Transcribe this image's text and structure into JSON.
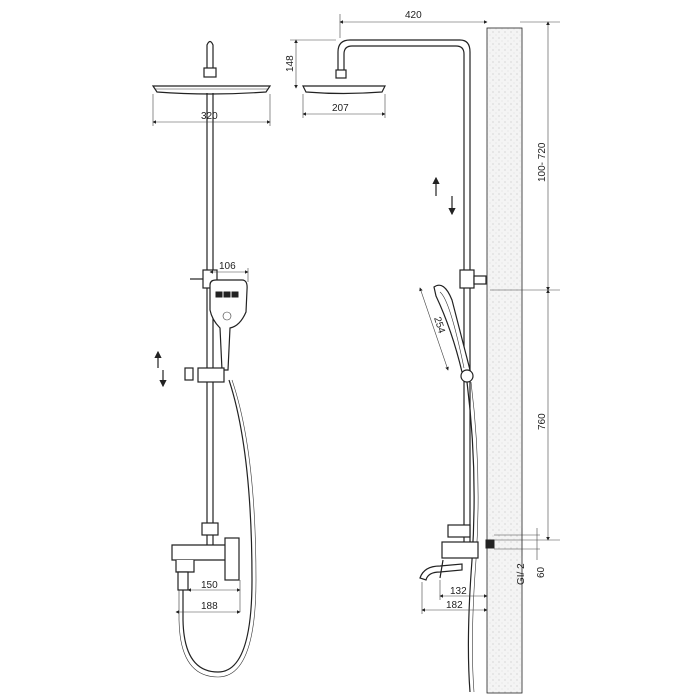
{
  "drawing": {
    "front_view": {
      "head_width": "320",
      "handshower_width": "106",
      "mixer_inner": "150",
      "mixer_outer": "188"
    },
    "side_view": {
      "arm_reach": "420",
      "head_height": "148",
      "head_width": "207",
      "height_adjust": "100- 720",
      "handshower_length": "254",
      "rail_height": "760",
      "spout_inner": "132",
      "spout_outer": "182",
      "thread": "GI/ 2",
      "inlet_spacing": "60"
    }
  }
}
